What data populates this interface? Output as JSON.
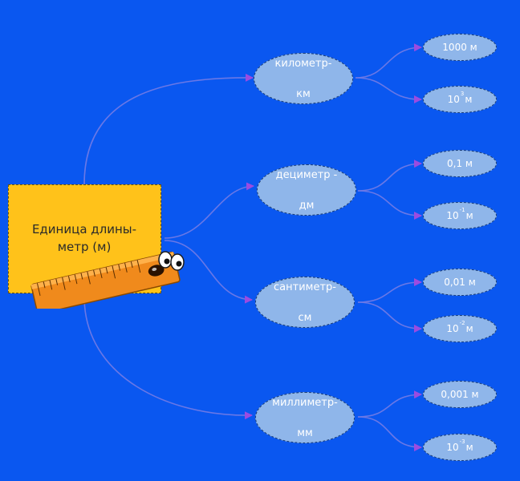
{
  "root": {
    "line1": "Единица длины-",
    "line2": "метр (м)"
  },
  "units": [
    {
      "line1": "километр-",
      "line2": "км",
      "leaf1": "1000 м",
      "leaf2_base": "10",
      "leaf2_exp": "3",
      "leaf2_unit": "м"
    },
    {
      "line1": "дециметр -",
      "line2": "дм",
      "leaf1": "0,1 м",
      "leaf2_base": "10",
      "leaf2_exp": "-1",
      "leaf2_unit": "м"
    },
    {
      "line1": "сантиметр-",
      "line2": "см",
      "leaf1": "0,01 м",
      "leaf2_base": "10",
      "leaf2_exp": "-2",
      "leaf2_unit": "м"
    },
    {
      "line1": "миллиметр-",
      "line2": "мм",
      "leaf1": "0,001 м",
      "leaf2_base": "10",
      "leaf2_exp": "-3",
      "leaf2_unit": "м"
    }
  ],
  "colors": {
    "background": "#0a57f0",
    "root_fill": "#ffc21a",
    "node_fill": "#8fb6ea",
    "edge": "#6a78e6",
    "arrow": "#9c4be0",
    "ruler": "#f08a1c"
  },
  "icons": {
    "mascot": "ruler-with-eyes-icon"
  }
}
